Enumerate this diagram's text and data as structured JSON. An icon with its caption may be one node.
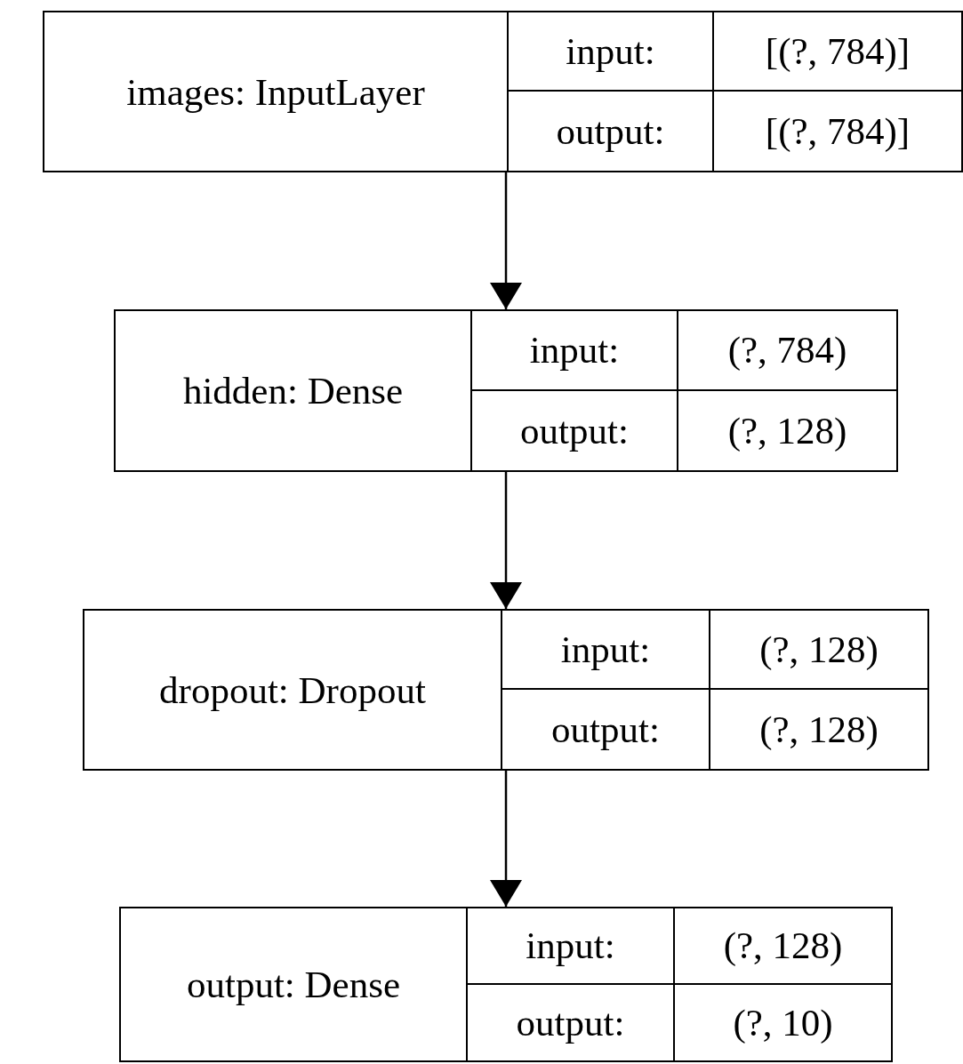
{
  "diagram": {
    "nodes": [
      {
        "text": [
          "images: InputLayer",
          "input:",
          "[(?, 784)]",
          "output:",
          "[(?, 784)]"
        ]
      },
      {
        "text": [
          "hidden: Dense",
          "input:",
          "(?, 784)",
          "output:",
          "(?, 128)"
        ]
      },
      {
        "text": [
          "dropout: Dropout",
          "input:",
          "(?, 128)",
          "output:",
          "(?, 128)"
        ]
      },
      {
        "text": [
          "output: Dense",
          "input:",
          "(?, 128)",
          "output:",
          "(?, 10)"
        ]
      }
    ],
    "edges": [
      {
        "from": 0,
        "to": 1,
        "arrow": "to"
      },
      {
        "from": 1,
        "to": 2,
        "arrow": "to"
      },
      {
        "from": 2,
        "to": 3,
        "arrow": "to"
      }
    ]
  }
}
